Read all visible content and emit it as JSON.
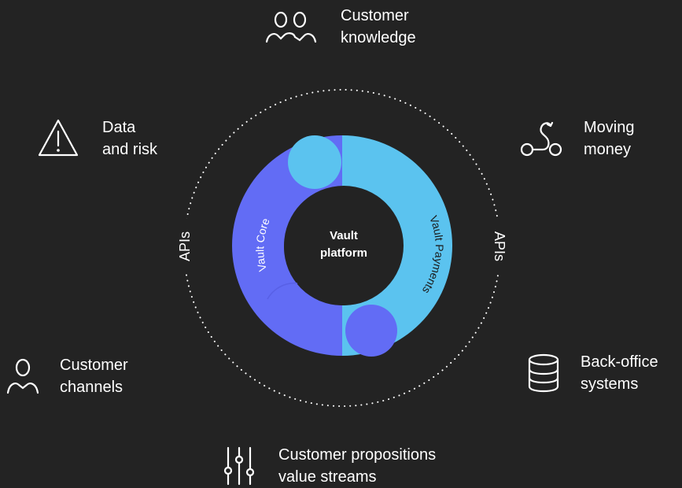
{
  "diagram": {
    "center_label_line1": "Vault",
    "center_label_line2": "platform",
    "ring_left_label": "Vault Core",
    "ring_right_label": "Vault Payments",
    "apis_left_label": "APIs",
    "apis_right_label": "APIs",
    "colors": {
      "background": "#232323",
      "vault_core": "#626cf5",
      "vault_payments": "#5bc3ef",
      "text": "#ffffff"
    }
  },
  "items": {
    "customer_knowledge": {
      "icon": "users-icon",
      "line1": "Customer",
      "line2": "knowledge"
    },
    "data_risk": {
      "icon": "warning-triangle-icon",
      "line1": "Data",
      "line2": "and risk"
    },
    "moving_money": {
      "icon": "scooter-icon",
      "line1": "Moving",
      "line2": "money"
    },
    "customer_channels": {
      "icon": "user-icon",
      "line1": "Customer",
      "line2": "channels"
    },
    "back_office": {
      "icon": "database-icon",
      "line1": "Back-office",
      "line2": "systems"
    },
    "propositions": {
      "icon": "sliders-icon",
      "line1": "Customer propositions",
      "line2": "value streams"
    }
  }
}
